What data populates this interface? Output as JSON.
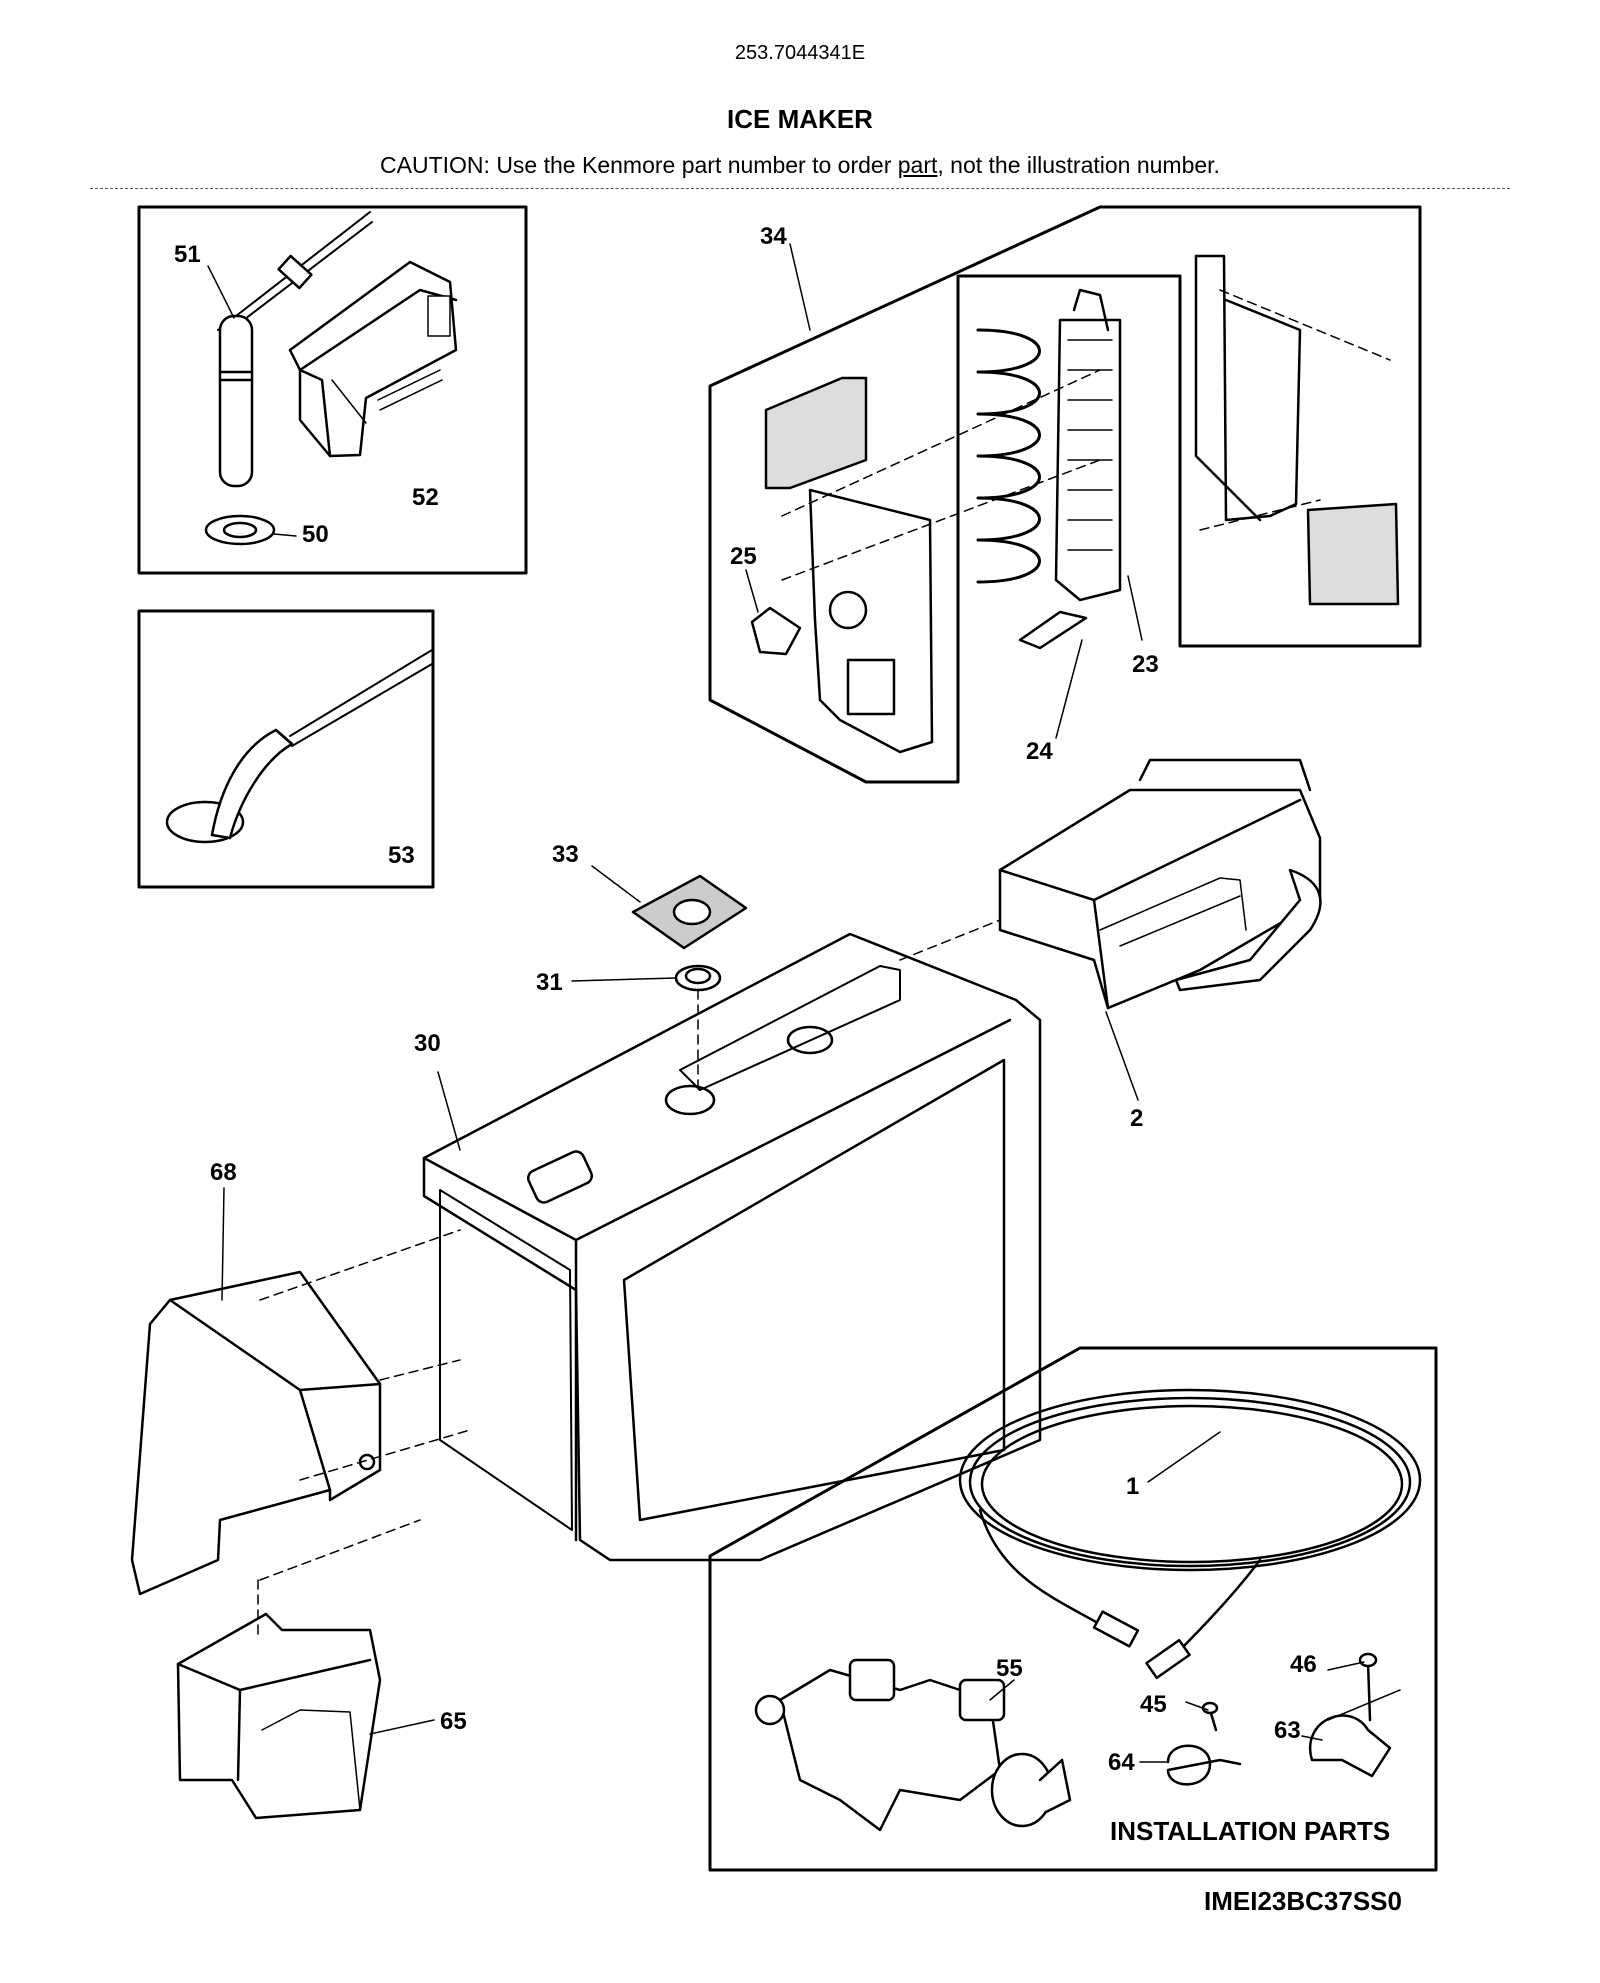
{
  "header": {
    "model_number": "253.7044341E",
    "title": "ICE MAKER",
    "caution_prefix": "CAUTION: Use the Kenmore part number to order ",
    "caution_link": "part",
    "caution_suffix": ", not the illustration number."
  },
  "callouts": {
    "p1": "1",
    "p2": "2",
    "p23": "23",
    "p24": "24",
    "p25": "25",
    "p30": "30",
    "p31": "31",
    "p33": "33",
    "p34": "34",
    "p45": "45",
    "p46": "46",
    "p50": "50",
    "p51": "51",
    "p52": "52",
    "p53": "53",
    "p55": "55",
    "p63": "63",
    "p64": "64",
    "p65": "65",
    "p68": "68"
  },
  "installation_label": "INSTALLATION PARTS",
  "diagram_code": "IMEI23BC37SS0"
}
